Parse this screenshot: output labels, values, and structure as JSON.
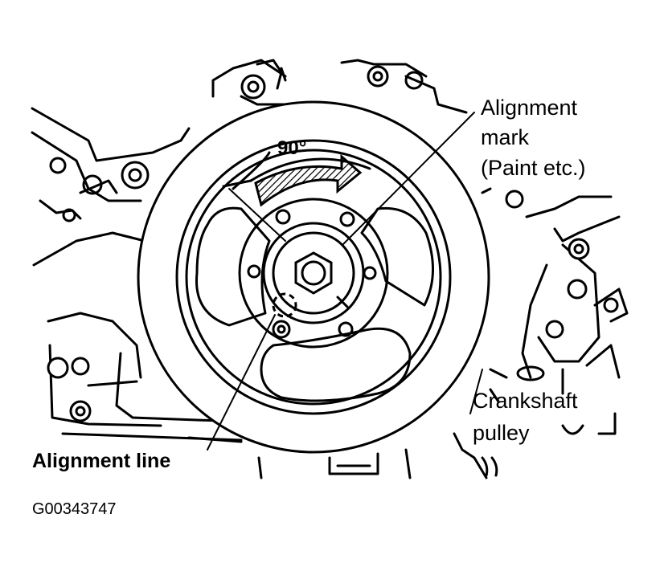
{
  "labels": {
    "angle": "90°",
    "alignment_mark_line1": "Alignment",
    "alignment_mark_line2": "mark",
    "alignment_mark_line3": "(Paint etc.)",
    "crankshaft_line1": "Crankshaft",
    "crankshaft_line2": "pulley",
    "alignment_line": "Alignment line",
    "figure_id": "G00343747"
  }
}
